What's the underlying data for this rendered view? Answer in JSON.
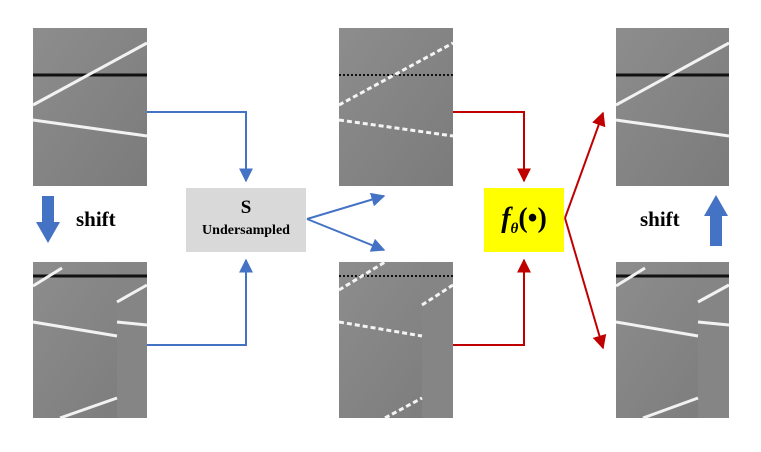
{
  "left_shift_label": "shift",
  "right_shift_label": "shift",
  "sampler": {
    "title": "S",
    "subtitle": "Undersampled"
  },
  "network": {
    "symbol": "f",
    "subscript": "θ",
    "argument": "(•)"
  },
  "colors": {
    "blue_arrow": "#4472c4",
    "red_arrow": "#c00000",
    "sampler_fill": "#d9d9d9",
    "network_fill": "#ffff00"
  }
}
